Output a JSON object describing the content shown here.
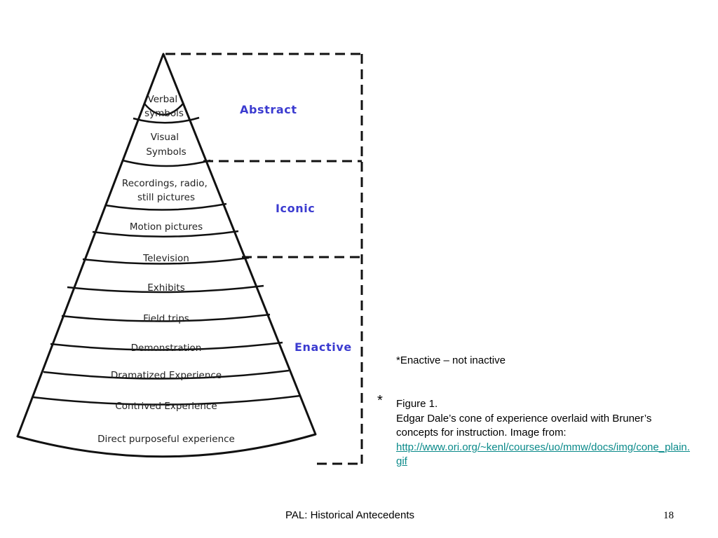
{
  "cone": {
    "layers": [
      [
        "Verbal",
        "symbols"
      ],
      [
        "Visual",
        "Symbols"
      ],
      [
        "Recordings, radio,",
        "still pictures"
      ],
      [
        "Motion pictures"
      ],
      [
        "Television"
      ],
      [
        "Exhibits"
      ],
      [
        "Field trips"
      ],
      [
        "Demonstration"
      ],
      [
        "Dramatized Experience"
      ],
      [
        "Contrived Experience"
      ],
      [
        "Direct purposeful experience"
      ]
    ],
    "bands": [
      "Abstract",
      "Iconic",
      "Enactive"
    ],
    "band_color": "#3b3bd0"
  },
  "note": "*Enactive – not inactive",
  "asterisk": "*",
  "caption": {
    "title": "Figure 1.",
    "text": "Edgar Dale’s cone of experience overlaid with Bruner’s concepts for instruction. Image from:",
    "link": "http://www.ori.org/~kenl/courses/uo/mmw/docs/img/cone_plain.gif"
  },
  "footer": "PAL: Historical Antecedents",
  "page_number": "18",
  "link_color": "#0a8a8a"
}
